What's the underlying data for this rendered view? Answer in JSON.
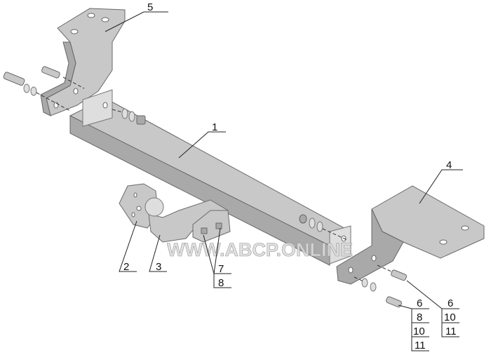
{
  "diagram": {
    "watermark": "WWW.ABCP.ONLINE",
    "callouts": {
      "beam": "1",
      "plate": "2",
      "ball_hook": "3",
      "right_bracket": "4",
      "left_bracket": "5",
      "bolt_group_center": [
        "7",
        "8"
      ],
      "bolt_group_lower": [
        "6",
        "8",
        "10",
        "11"
      ],
      "bolt_group_upper": [
        "6",
        "10",
        "11"
      ]
    }
  }
}
